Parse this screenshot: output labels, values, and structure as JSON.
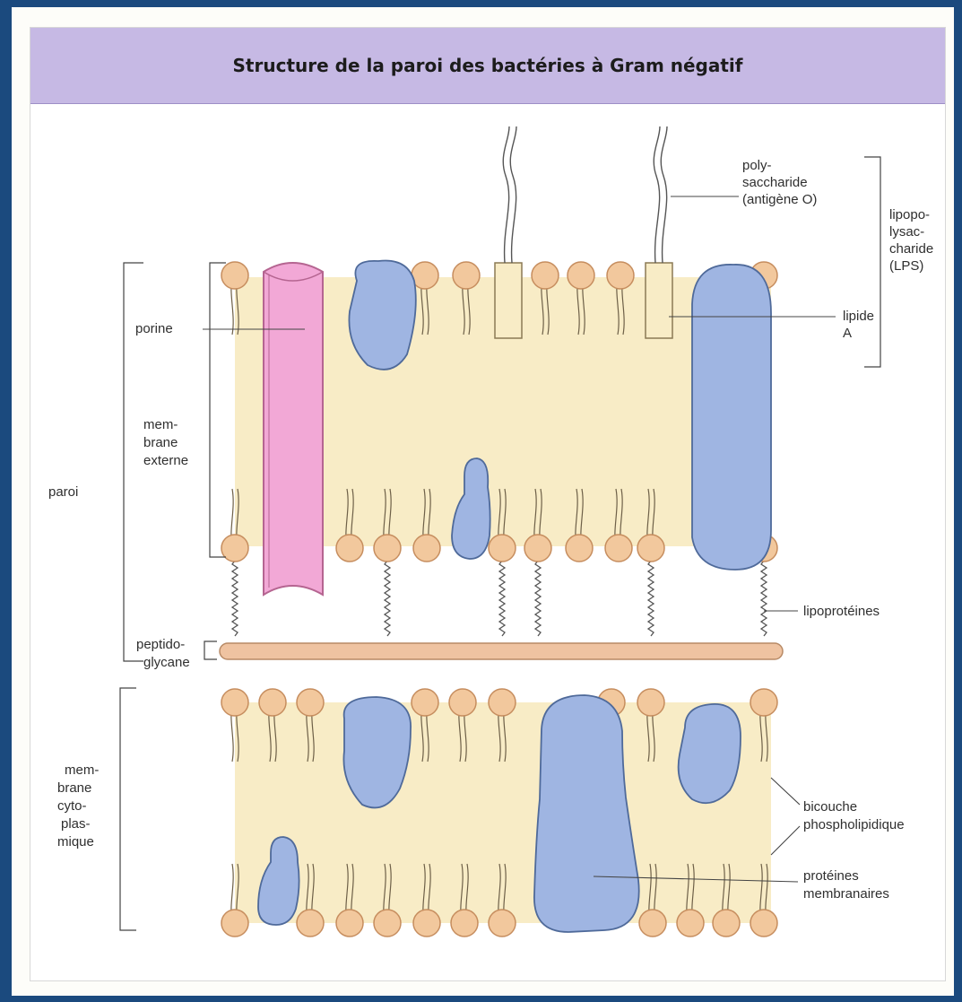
{
  "title": "Structure de la paroi des bactéries à Gram négatif",
  "colors": {
    "background": "#1b4a7e",
    "header": "#c6b9e4",
    "membrane_fill": "#f8ecc6",
    "head_fill": "#f2c89d",
    "head_stroke": "#c68d5e",
    "protein": "#9fb5e2",
    "porin": "#f2a8d6",
    "peptidoglycan": "#efc3a1"
  },
  "labels": {
    "porine": "porine",
    "membrane_externe": [
      "mem-",
      "brane",
      "externe"
    ],
    "paroi": "paroi",
    "peptidoglycane": [
      "peptido-",
      "glycane"
    ],
    "membrane_cytoplasmique": [
      "mem-",
      "brane",
      "cyto-",
      "plas-",
      "mique"
    ],
    "polysaccharide": [
      "poly-",
      "saccharide",
      "(antigène O)"
    ],
    "lipopolysaccharide": [
      "lipopo-",
      "lysac-",
      "charide",
      "(LPS)"
    ],
    "lipide_a": [
      "lipide",
      "A"
    ],
    "lipoproteines": "lipoprotéines",
    "bicouche": [
      "bicouche",
      "phospholipidique"
    ],
    "proteines_membranaires": [
      "protéines",
      "membranaires"
    ]
  }
}
